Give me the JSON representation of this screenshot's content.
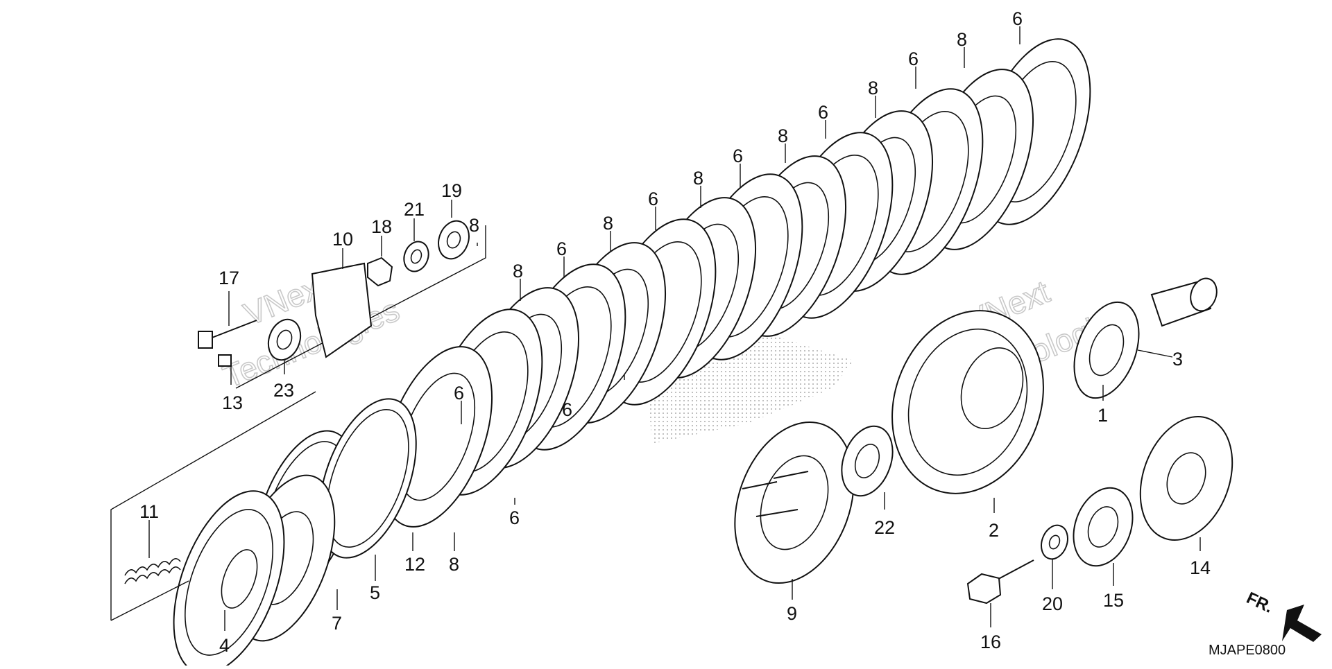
{
  "diagram": {
    "code": "MJAPE0800",
    "direction_label": "FR.",
    "watermark": [
      "VNext",
      "Technologies",
      "VNext",
      "Technologies"
    ],
    "callouts": [
      "6",
      "8",
      "6",
      "8",
      "6",
      "8",
      "6",
      "8",
      "6",
      "8",
      "6",
      "8",
      "6",
      "8",
      "6",
      "19",
      "21",
      "18",
      "10",
      "17",
      "13",
      "23",
      "11",
      "4",
      "7",
      "5",
      "12",
      "8",
      "6",
      "9",
      "22",
      "2",
      "1",
      "3",
      "14",
      "15",
      "20",
      "16"
    ]
  }
}
